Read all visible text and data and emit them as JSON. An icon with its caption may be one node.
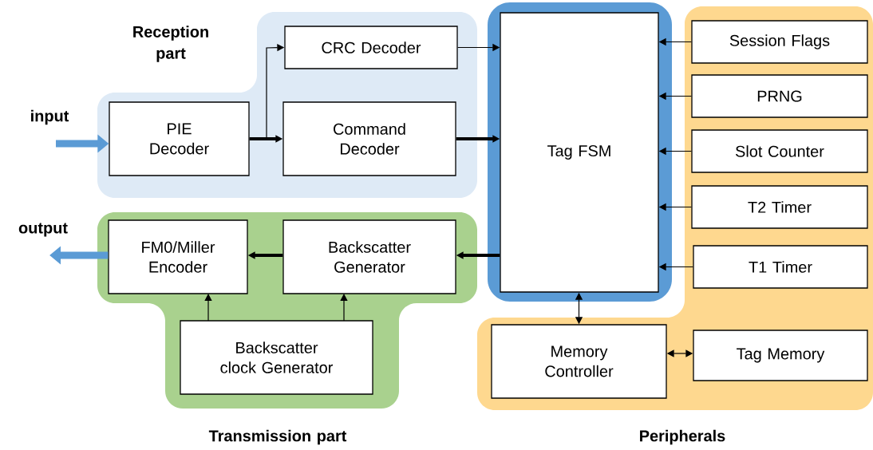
{
  "diagram": {
    "nodes": [
      {
        "text": [
          "Reception part"
        ]
      },
      {
        "text": [
          "PIE Decoder"
        ],
        "in": 0
      },
      {
        "text": [
          "CRC Decoder"
        ],
        "in": 0
      },
      {
        "text": [
          "Command Decoder"
        ],
        "in": 0
      },
      {
        "text": [
          "Transmission part"
        ]
      },
      {
        "text": [
          "FM0/Miller Encoder"
        ],
        "in": 4
      },
      {
        "text": [
          "Backscatter Generator"
        ],
        "in": 4
      },
      {
        "text": [
          "Backscatter clock Generator"
        ],
        "in": 4
      },
      {
        "text": [
          "Tag FSM"
        ]
      },
      {
        "text": [
          "Peripherals"
        ]
      },
      {
        "text": [
          "Session Flags"
        ],
        "in": 9
      },
      {
        "text": [
          "PRNG"
        ],
        "in": 9
      },
      {
        "text": [
          "Slot Counter"
        ],
        "in": 9
      },
      {
        "text": [
          "T2 Timer"
        ],
        "in": 9
      },
      {
        "text": [
          "T1 Timer"
        ],
        "in": 9
      },
      {
        "text": [
          "Memory Controller"
        ],
        "in": 9
      },
      {
        "text": [
          "Tag Memory"
        ],
        "in": 9
      }
    ],
    "edges": [
      {
        "from": null,
        "to": 1,
        "arrow": "to",
        "label": "input",
        "style": "thick",
        "color": "#5b9bd5"
      },
      {
        "from": 1,
        "to": 3,
        "arrow": "to",
        "style": "thick"
      },
      {
        "from": 1,
        "to": 2,
        "arrow": "to"
      },
      {
        "from": 2,
        "to": 8,
        "arrow": "to"
      },
      {
        "from": 3,
        "to": 8,
        "arrow": "to",
        "style": "thick"
      },
      {
        "from": 8,
        "to": 6,
        "arrow": "to",
        "style": "thick"
      },
      {
        "from": 6,
        "to": 5,
        "arrow": "to",
        "style": "thick"
      },
      {
        "from": 5,
        "to": null,
        "arrow": "to",
        "label": "output",
        "style": "thick",
        "color": "#5b9bd5"
      },
      {
        "from": 7,
        "to": 5,
        "arrow": "to"
      },
      {
        "from": 7,
        "to": 6,
        "arrow": "to"
      },
      {
        "from": 10,
        "to": 8,
        "arrow": "to"
      },
      {
        "from": 11,
        "to": 8,
        "arrow": "to"
      },
      {
        "from": 12,
        "to": 8,
        "arrow": "to"
      },
      {
        "from": 13,
        "to": 8,
        "arrow": "to"
      },
      {
        "from": 14,
        "to": 8,
        "arrow": "to"
      },
      {
        "from": 8,
        "to": 15,
        "arrow": "both"
      },
      {
        "from": 15,
        "to": 16,
        "arrow": "both"
      }
    ]
  }
}
